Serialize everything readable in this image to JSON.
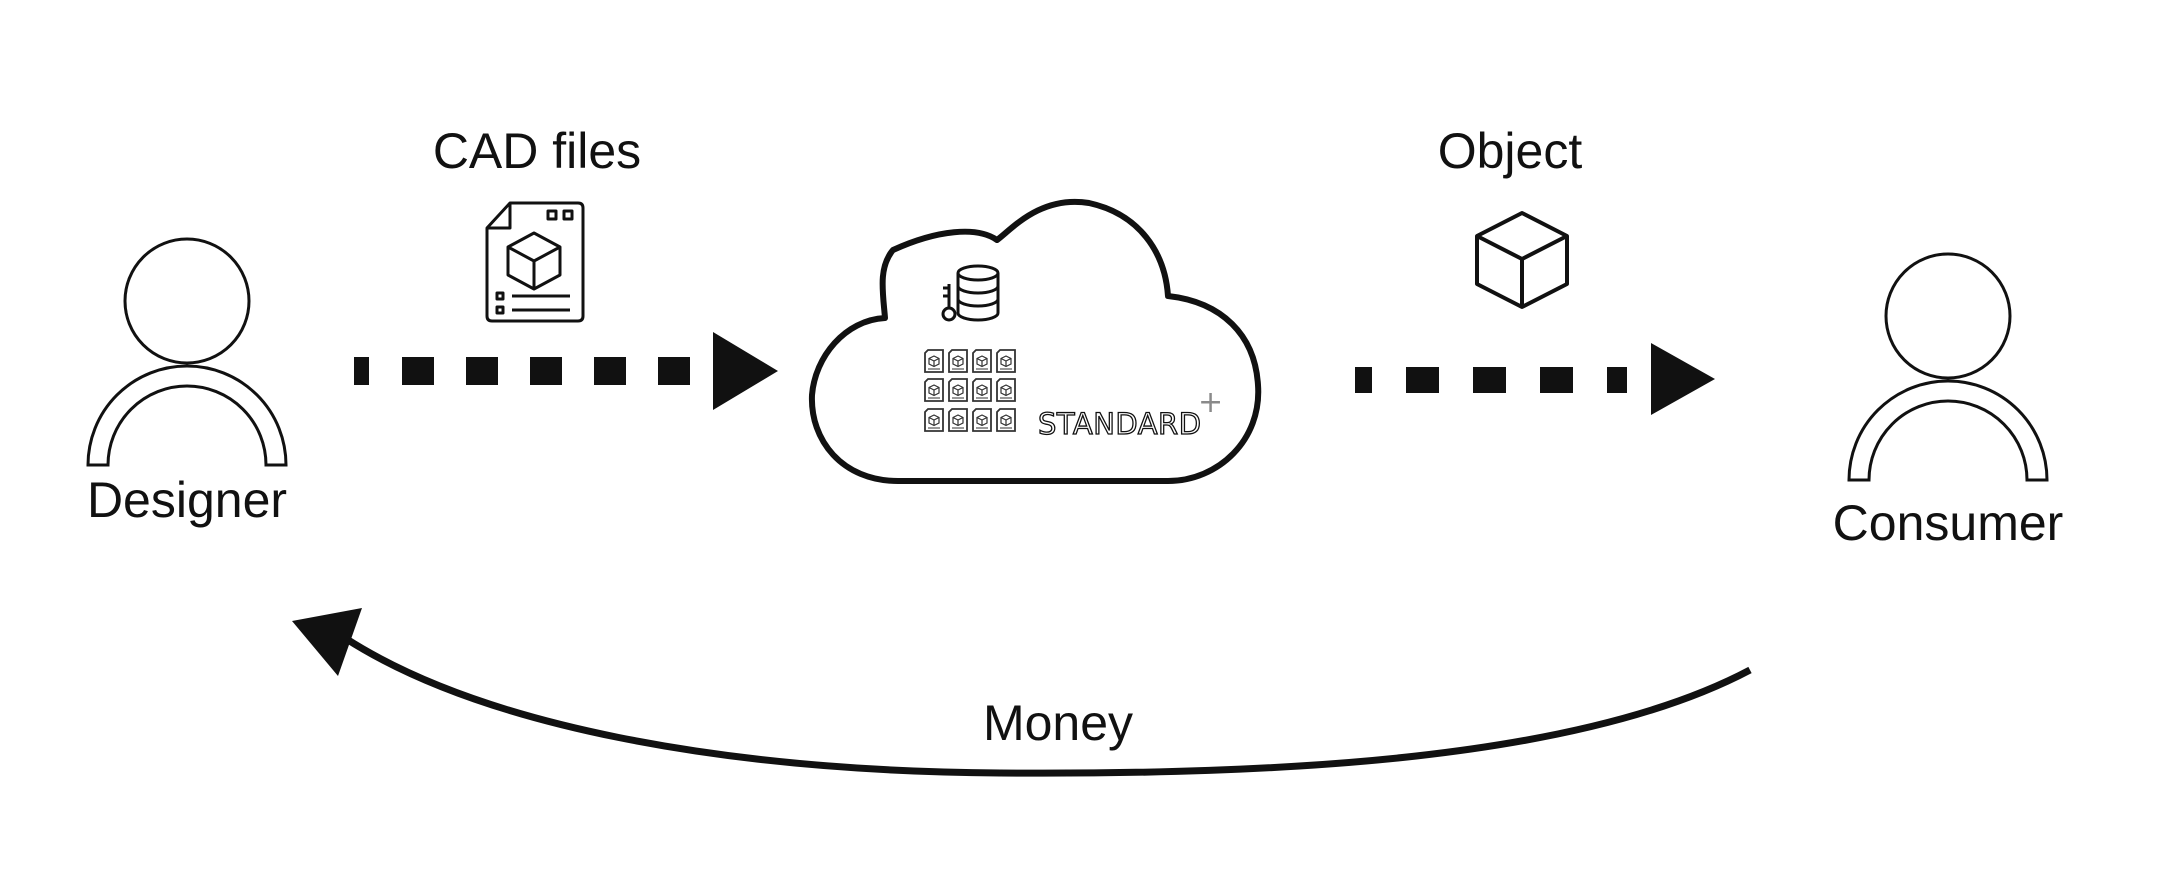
{
  "labels": {
    "designer": "Designer",
    "consumer": "Consumer",
    "cad_files": "CAD files",
    "object": "Object",
    "money": "Money"
  },
  "logo": {
    "text": "STANDARD",
    "mark": "+"
  },
  "icons": {
    "designer": "person-outline-icon",
    "consumer": "person-outline-icon",
    "cad_files": "cad-file-document-icon",
    "object": "cube-icon",
    "cloud": "cloud-icon",
    "database": "database-key-icon",
    "file_grid": "cad-file-grid-icon"
  },
  "colors": {
    "ink": "#111111",
    "logo_mark": "#8a8a8a",
    "background": "#ffffff"
  }
}
